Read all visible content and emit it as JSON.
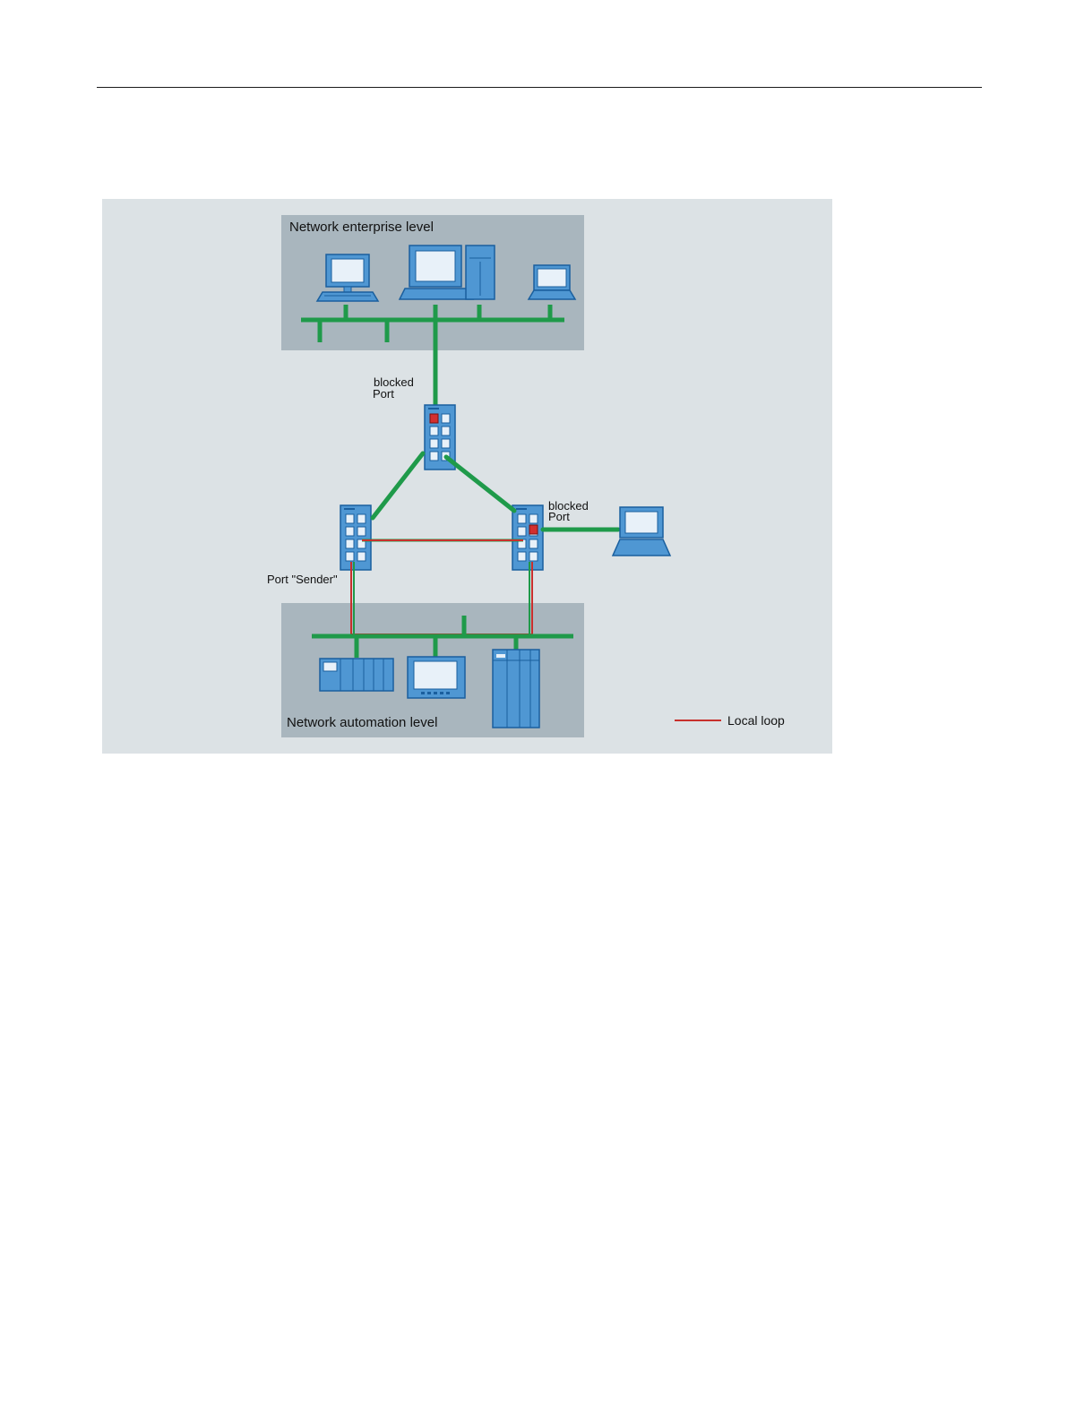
{
  "figure": {
    "enterprise_label": "Network enterprise level",
    "automation_label": "Network automation level",
    "blocked_port_top": [
      "blocked",
      "Port"
    ],
    "blocked_port_right": [
      "blocked",
      "Port"
    ],
    "sender_port_label": "Port \"Sender\"",
    "legend": {
      "label": "Local loop"
    },
    "colors": {
      "background": "#dce2e5",
      "level_box": "#a9b6be",
      "network_line": "#1f9a4a",
      "local_loop": "#c8302c",
      "device_fill": "#4f97d3",
      "device_stroke": "#1a5f9e",
      "screen": "#e8f1f9",
      "blocked_port": "#d32f2f"
    }
  },
  "icons": [
    "desktop-pc-icon",
    "workstation-tower-icon",
    "laptop-icon",
    "switch-icon",
    "plc-icon",
    "hmi-panel-icon",
    "controller-rack-icon"
  ]
}
